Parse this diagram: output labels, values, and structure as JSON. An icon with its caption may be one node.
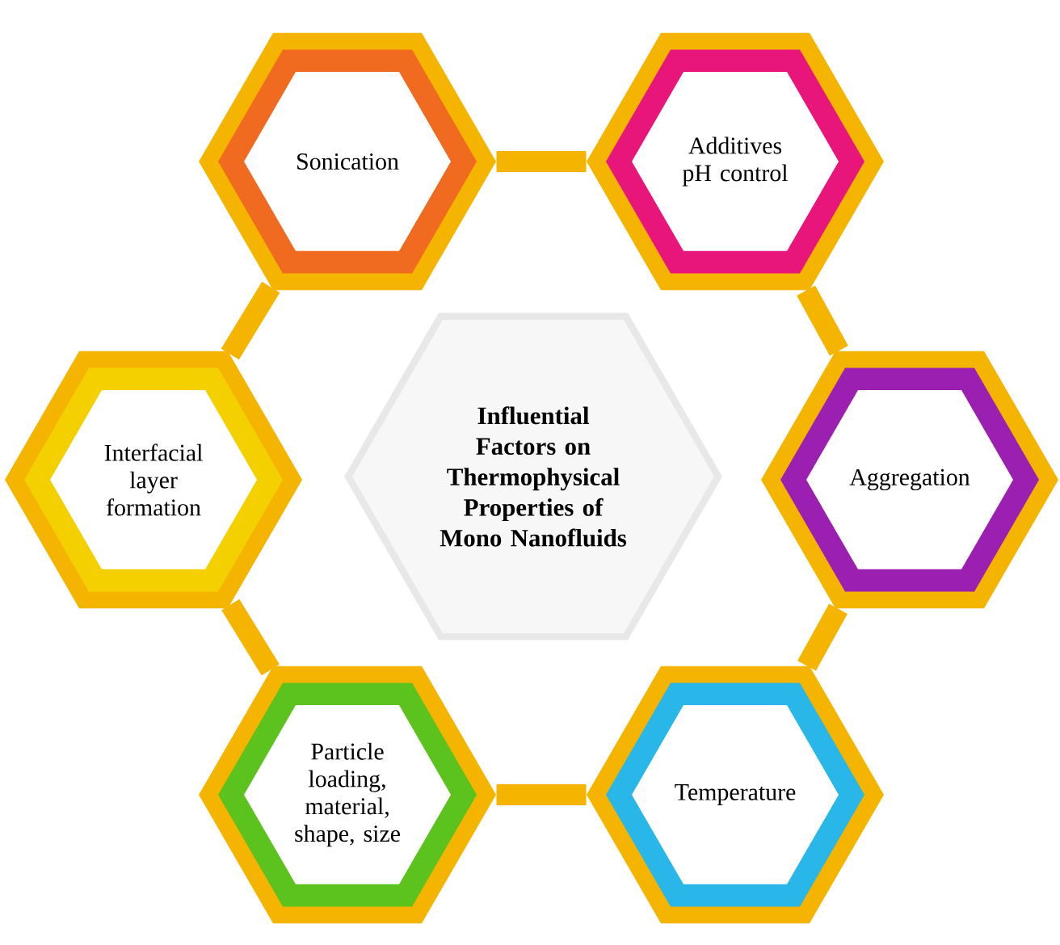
{
  "diagram": {
    "nodes": [
      {
        "text": [
          "Influential Factors on Thermophysical Properties of Mono Nanofluids"
        ]
      },
      {
        "text": [
          "Sonication"
        ]
      },
      {
        "text": [
          "Additives pH control"
        ]
      },
      {
        "text": [
          "Interfacial layer formation"
        ]
      },
      {
        "text": [
          "Aggregation"
        ]
      },
      {
        "text": [
          "Particle loading, material, shape, size"
        ]
      },
      {
        "text": [
          "Temperature"
        ]
      }
    ],
    "edges": [
      {
        "from": 1,
        "to": 2,
        "arrow": "none"
      },
      {
        "from": 1,
        "to": 3,
        "arrow": "none"
      },
      {
        "from": 2,
        "to": 4,
        "arrow": "none"
      },
      {
        "from": 3,
        "to": 5,
        "arrow": "none"
      },
      {
        "from": 4,
        "to": 6,
        "arrow": "none"
      },
      {
        "from": 5,
        "to": 6,
        "arrow": "none"
      }
    ]
  }
}
